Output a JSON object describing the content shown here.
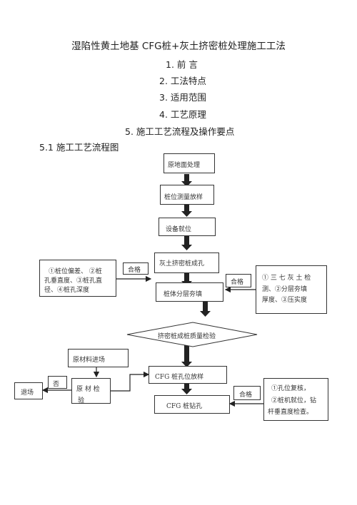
{
  "document": {
    "title": "湿陷性黄土地基    CFG桩+灰土挤密桩处理施工工法",
    "toc": [
      "1.  前  言",
      "2.  工法特点",
      "3.  适用范围",
      "4.  工艺原理",
      "5.  施工工艺流程及操作要点"
    ],
    "section_heading": "5.1  施工工艺流程图"
  },
  "flowchart": {
    "nodes": {
      "ground_treatment": "原地面处理",
      "pile_layout": "桩位测量放样",
      "equipment_ready": "设备就位",
      "lime_soil_hole": "灰土挤密桩成孔",
      "pile_fill": "桩体分层夯填",
      "quality_check": "挤密桩成桩质量检验",
      "material_arrival": "原材料进场",
      "cfg_layout": "CFG  桩孔位放样",
      "material_check_l1": "原 材 检",
      "material_check_l2": "验",
      "withdraw": "退场",
      "cfg_drill": "CFG    桩钻孔"
    },
    "notes": {
      "hole_checks_l1": "①桩位偏差、 ②桩",
      "hole_checks_l2": "孔垂直度、③桩孔直",
      "hole_checks_l3": "径、④桩孔深度",
      "fill_checks_l1": "① 三  七  灰  土  检",
      "fill_checks_l2": "测、②分层夯填",
      "fill_checks_l3": "厚度、③压实度",
      "drill_checks_l1": "①孔位复核，",
      "drill_checks_l2": "②桩机就位，钻",
      "drill_checks_l3": "杆垂直度检查。"
    },
    "labels": {
      "pass_1": "合格",
      "pass_2": "合格",
      "pass_3": "合格",
      "fail": "否"
    }
  }
}
